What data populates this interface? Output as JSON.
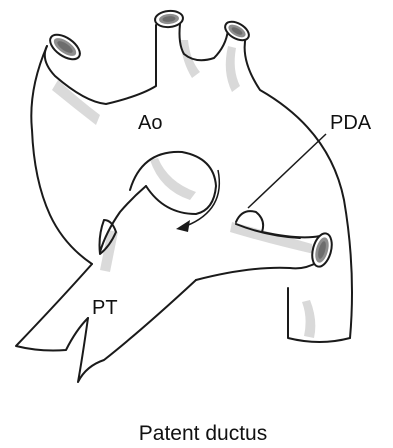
{
  "labels": {
    "aorta": "Ao",
    "ductus": "PDA",
    "pulmonary_trunk": "PT"
  },
  "caption": "Patent ductus",
  "colors": {
    "outline": "#1a1a1a",
    "vessel_fill": "#ffffff",
    "shading": "#c9c9c9",
    "lumen_ring": "#8e8e8e",
    "lumen_inner": "#6d6d6d"
  }
}
